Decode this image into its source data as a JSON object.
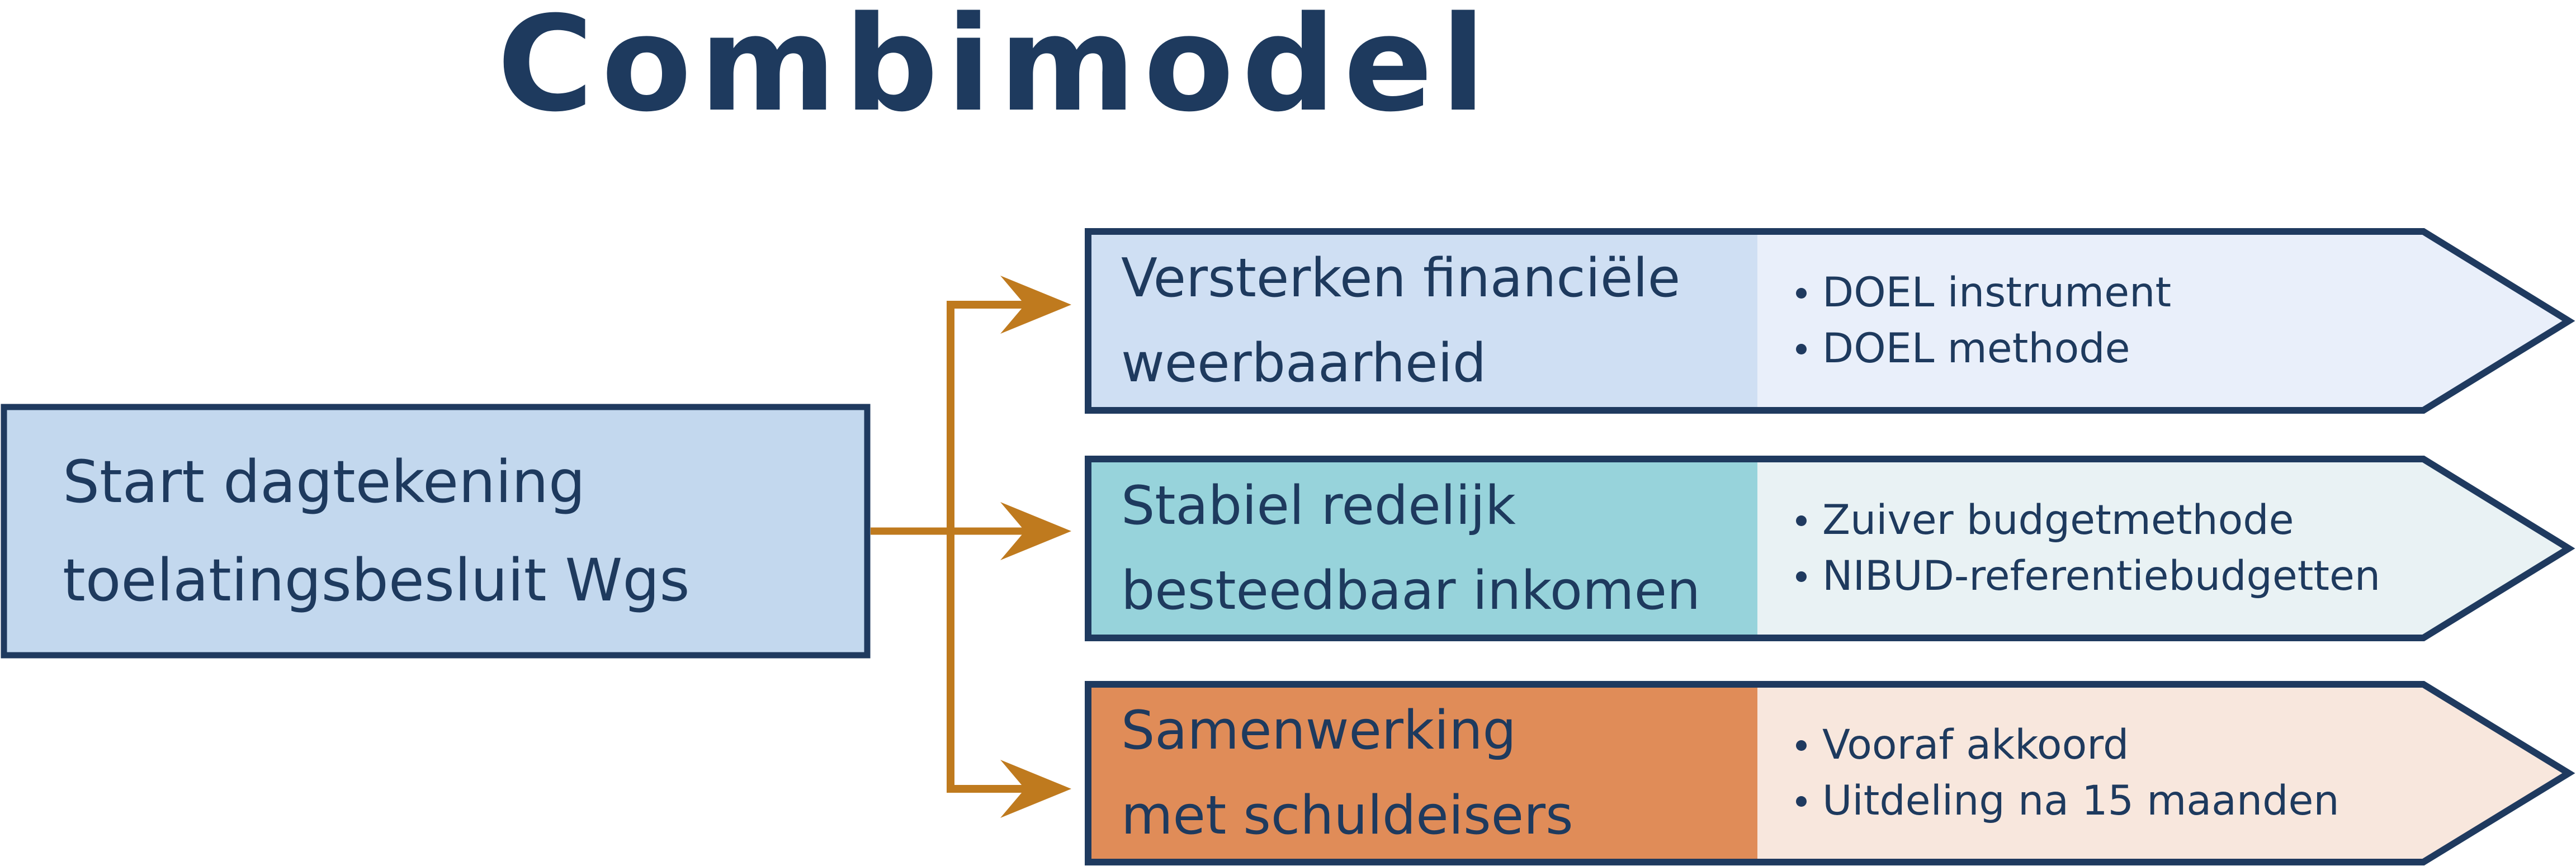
{
  "title": "Combimodel",
  "colors": {
    "navy": "#1f3a5f",
    "connector_orange": "#bf7a1e",
    "start_box_fill": "#c3d8ee"
  },
  "start_box": {
    "line1": "Start dagtekening",
    "line2": "toelatingsbesluit Wgs"
  },
  "branches": [
    {
      "label_line1": "Versterken financiële",
      "label_line2": "weerbaarheid",
      "label_bg": "#cfdff3",
      "detail_bg": "#e9effa",
      "bullets": [
        "DOEL instrument",
        "DOEL methode"
      ]
    },
    {
      "label_line1": "Stabiel redelijk",
      "label_line2": "besteedbaar inkomen",
      "label_bg": "#97d3db",
      "detail_bg": "#e9f2f4",
      "bullets": [
        "Zuiver budgetmethode",
        "NIBUD-referentiebudgetten"
      ]
    },
    {
      "label_line1": "Samenwerking",
      "label_line2": "met schuldeisers",
      "label_bg": "#e08c58",
      "detail_bg": "#f8e7dd",
      "bullets": [
        "Vooraf akkoord",
        "Uitdeling na 15 maanden"
      ]
    }
  ]
}
